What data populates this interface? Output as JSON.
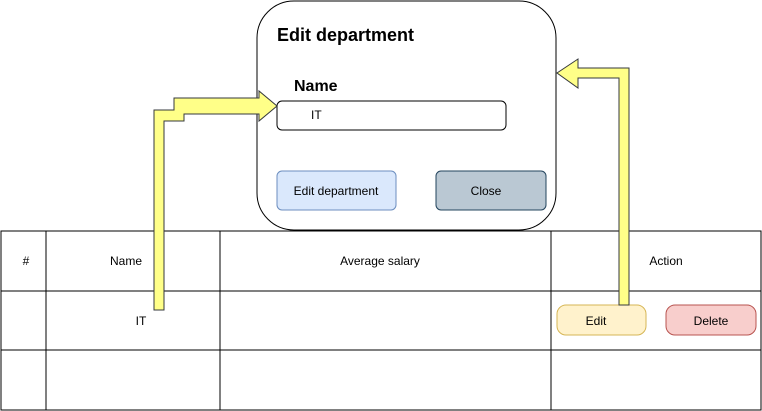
{
  "table": {
    "headers": [
      "#",
      "Name",
      "Average salary",
      "Action"
    ],
    "row1": {
      "name": "IT",
      "edit_label": "Edit",
      "delete_label": "Delete"
    }
  },
  "modal": {
    "title": "Edit department",
    "name_label": "Name",
    "name_value": "IT",
    "submit_label": "Edit department",
    "close_label": "Close"
  },
  "colors": {
    "arrow_fill": "#ffff88",
    "arrow_stroke": "#36393d",
    "edit_button_fill": "#fff2cc",
    "edit_button_stroke": "#d6b656",
    "delete_button_fill": "#f8cecc",
    "delete_button_stroke": "#b85450",
    "submit_button_fill": "#dae8fc",
    "submit_button_stroke": "#6c8ebf",
    "close_button_fill": "#bac8d3",
    "close_button_stroke": "#23445d"
  }
}
